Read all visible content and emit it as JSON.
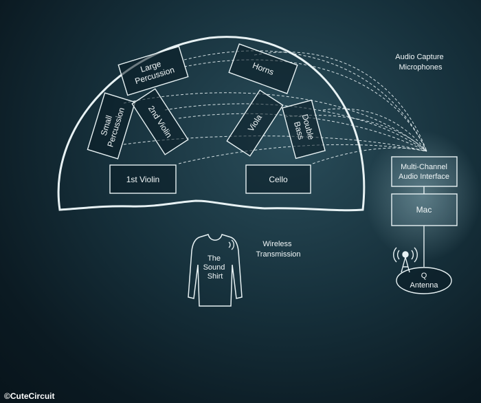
{
  "stage": {
    "instruments": {
      "large_percussion": [
        "Large",
        "Percussion"
      ],
      "horns": "Horns",
      "small_percussion": [
        "Small",
        "Percussion"
      ],
      "second_violin": "2nd Violin",
      "viola": "Viola",
      "double_bass": [
        "Double",
        "Bass"
      ],
      "first_violin": "1st Violin",
      "cello": "Cello"
    }
  },
  "microphones_label": [
    "Audio Capture",
    "Microphones"
  ],
  "chain": {
    "interface": [
      "Multi-Channel",
      "Audio Interface"
    ],
    "mac": "Mac",
    "antenna": [
      "Q",
      "Antenna"
    ]
  },
  "shirt": [
    "The",
    "Sound",
    "Shirt"
  ],
  "wireless_label": [
    "Wireless",
    "Transmission"
  ],
  "brand": "CuteCircuit",
  "colors": {
    "line": "#e8f2f4",
    "background": "#16303b"
  },
  "icons": {
    "brand_mark": "copyright-icon",
    "antenna": "antenna-icon",
    "signal": "signal-waves-icon"
  }
}
